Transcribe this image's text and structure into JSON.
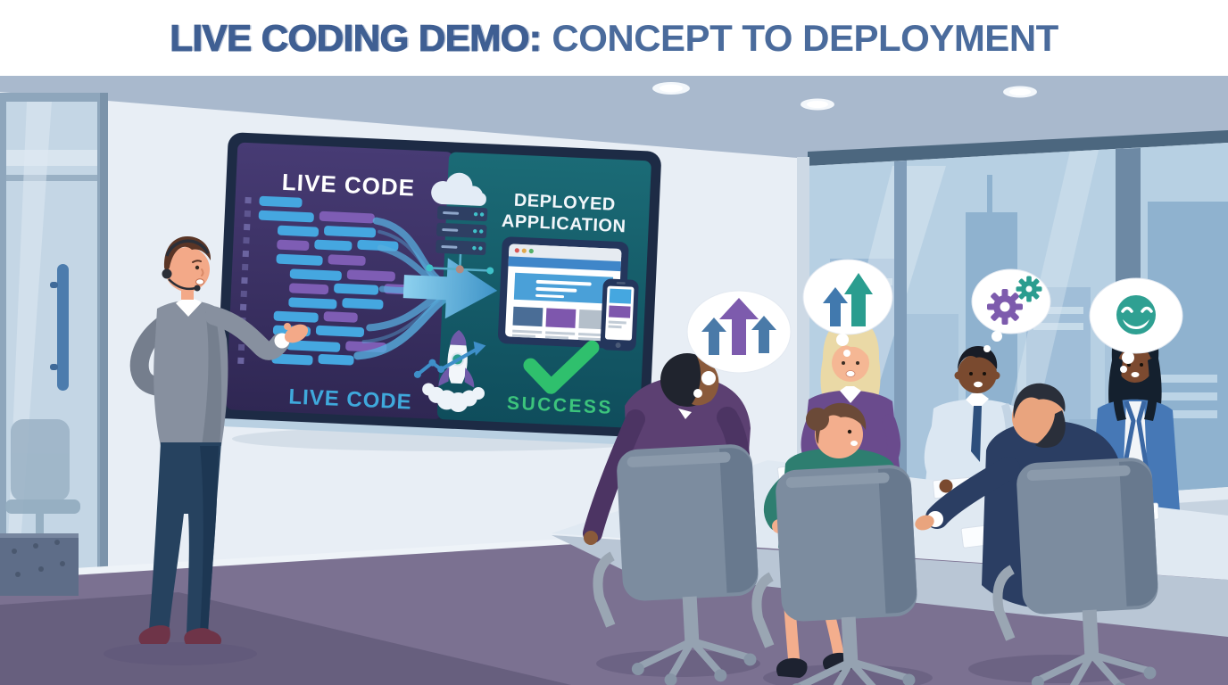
{
  "title": {
    "emphasis": "LIVE CODING DEMO:",
    "rest": "CONCEPT TO DEPLOYMENT",
    "color": "#44669b"
  },
  "screen": {
    "left_heading": "LIVE CODE",
    "right_heading_line1": "DEPLOYED",
    "right_heading_line2": "APPLICATION",
    "status_label": "SUCCESS",
    "bottom_left_caption": "LIVE CODE",
    "colors": {
      "frame": "#1d2b45",
      "left_bg": "#3c3166",
      "right_bg": "#15616f",
      "code_blue": "#45a7e0",
      "code_purple": "#7e5db4",
      "success_green": "#3cc47c",
      "caption_teal": "#3fa9dc"
    }
  },
  "thought_bubbles": [
    {
      "icon": "up-arrows-icon",
      "palette": [
        "#7d5bad",
        "#4a7aa8"
      ]
    },
    {
      "icon": "rising-arrows-icon",
      "palette": [
        "#4179ae",
        "#2a9d8f"
      ]
    },
    {
      "icon": "gears-icon",
      "palette": [
        "#7d5bad",
        "#2a9d8f"
      ]
    },
    {
      "icon": "smiley-face-icon",
      "palette": [
        "#2fa092"
      ]
    }
  ],
  "scene": {
    "presenter": "presenter-with-headset",
    "audience_count": 6,
    "room": {
      "wall": "#e8eef5",
      "ceiling": "#a9b9cd",
      "floor": "#7b7191",
      "window_glass": "#b7d0e3"
    }
  }
}
